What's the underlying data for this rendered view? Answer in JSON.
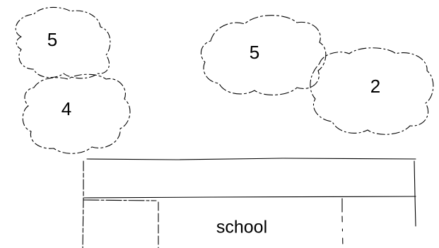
{
  "clouds": [
    {
      "id": "cloud-top-left",
      "value": "5"
    },
    {
      "id": "cloud-bottom-left",
      "value": "4"
    },
    {
      "id": "cloud-center",
      "value": "5"
    },
    {
      "id": "cloud-right",
      "value": "2"
    }
  ],
  "building": {
    "label": "school"
  },
  "colors": {
    "stroke": "#000000",
    "background": "#ffffff"
  }
}
